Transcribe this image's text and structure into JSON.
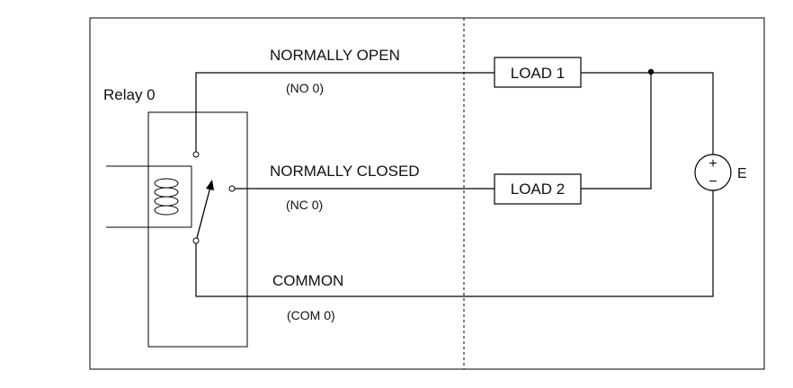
{
  "labels": {
    "relay": "Relay 0",
    "no_title": "NORMALLY OPEN",
    "no_code": "(NO 0)",
    "nc_title": "NORMALLY CLOSED",
    "nc_code": "(NC 0)",
    "com_title": "COMMON",
    "com_code": "(COM 0)",
    "load1": "LOAD 1",
    "load2": "LOAD 2",
    "source": "E",
    "plus": "+",
    "minus": "−"
  }
}
